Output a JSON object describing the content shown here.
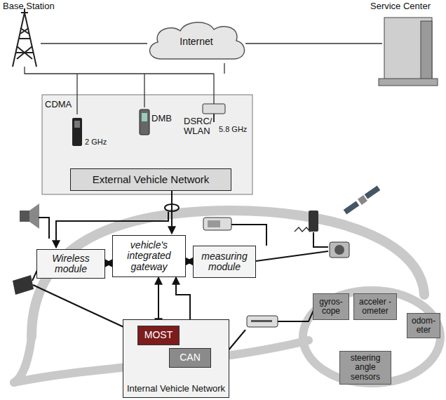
{
  "diagram": {
    "nodes": [
      {
        "text": [
          "Internet"
        ]
      },
      {
        "text": [
          "External Vehicle Network"
        ]
      },
      {
        "text": [
          "Wireless module"
        ]
      },
      {
        "text": [
          "vehicle's integrated gateway"
        ]
      },
      {
        "text": [
          "measuring module"
        ]
      },
      {
        "text": [
          "Internal Vehicle Network"
        ]
      },
      {
        "text": [
          "MOST"
        ],
        "in": 5
      },
      {
        "text": [
          "CAN"
        ],
        "in": 5
      },
      {
        "text": [
          "gyros- cope"
        ]
      },
      {
        "text": [
          "acceler -ometer"
        ]
      },
      {
        "text": [
          "odom- eter"
        ]
      },
      {
        "text": [
          "steering angle sensors"
        ]
      }
    ],
    "edges": [
      {
        "from": 2,
        "to": 3,
        "arrow": "both"
      },
      {
        "from": 3,
        "to": 4,
        "arrow": "both"
      },
      {
        "from": 3,
        "to": 6,
        "arrow": "both"
      },
      {
        "from": 3,
        "to": 7,
        "arrow": "both"
      }
    ],
    "labels": [
      "Base Station",
      "Service Center",
      "CDMA",
      "2 GHz",
      "DMB",
      "DSRC/ WLAN",
      "5.8 GHz"
    ]
  }
}
